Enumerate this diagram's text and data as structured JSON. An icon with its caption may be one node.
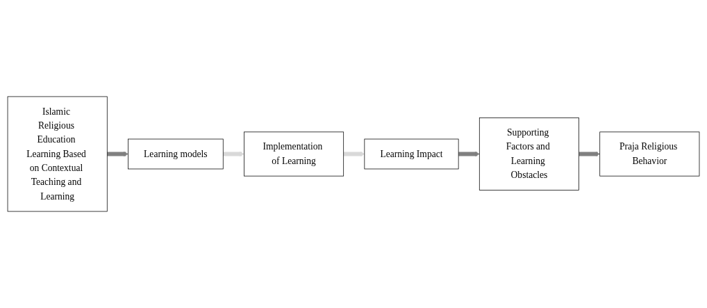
{
  "diagram": {
    "nodes": [
      {
        "text": [
          "Islamic Religious Education Learning Based on Contextual Teaching and Learning"
        ]
      },
      {
        "text": [
          "Learning models"
        ]
      },
      {
        "text": [
          "Implementation of Learning"
        ]
      },
      {
        "text": [
          "Learning Impact"
        ]
      },
      {
        "text": [
          "Supporting Factors and Learning Obstacles"
        ]
      },
      {
        "text": [
          "Praja Religious Behavior"
        ]
      }
    ],
    "edges": [
      {
        "from": 0,
        "to": 1,
        "arrow": "to"
      },
      {
        "from": 1,
        "to": 2,
        "arrow": "to",
        "color": "#d9d9d9"
      },
      {
        "from": 2,
        "to": 3,
        "arrow": "to",
        "color": "#d9d9d9"
      },
      {
        "from": 3,
        "to": 4,
        "arrow": "to"
      },
      {
        "from": 4,
        "to": 5,
        "arrow": "to"
      }
    ]
  }
}
